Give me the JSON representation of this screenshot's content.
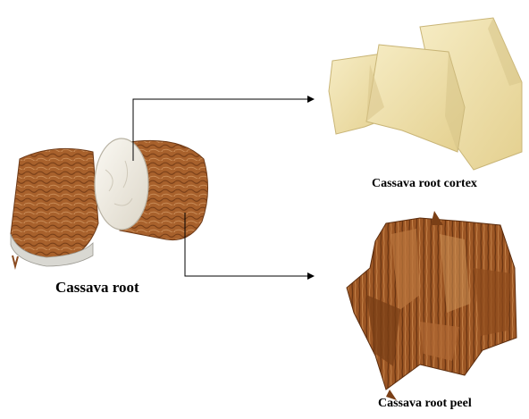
{
  "labels": {
    "root": "Cassava root",
    "cortex": "Cassava root cortex",
    "peel": "Cassava root peel"
  },
  "colors": {
    "peel_brown": "#a8612c",
    "peel_dark": "#6e3a17",
    "peel_light": "#c98a52",
    "flesh_white": "#eeeae0",
    "cortex_cream": "#efe2ae",
    "cortex_shadow": "#d6c488",
    "arrow": "#000000"
  }
}
